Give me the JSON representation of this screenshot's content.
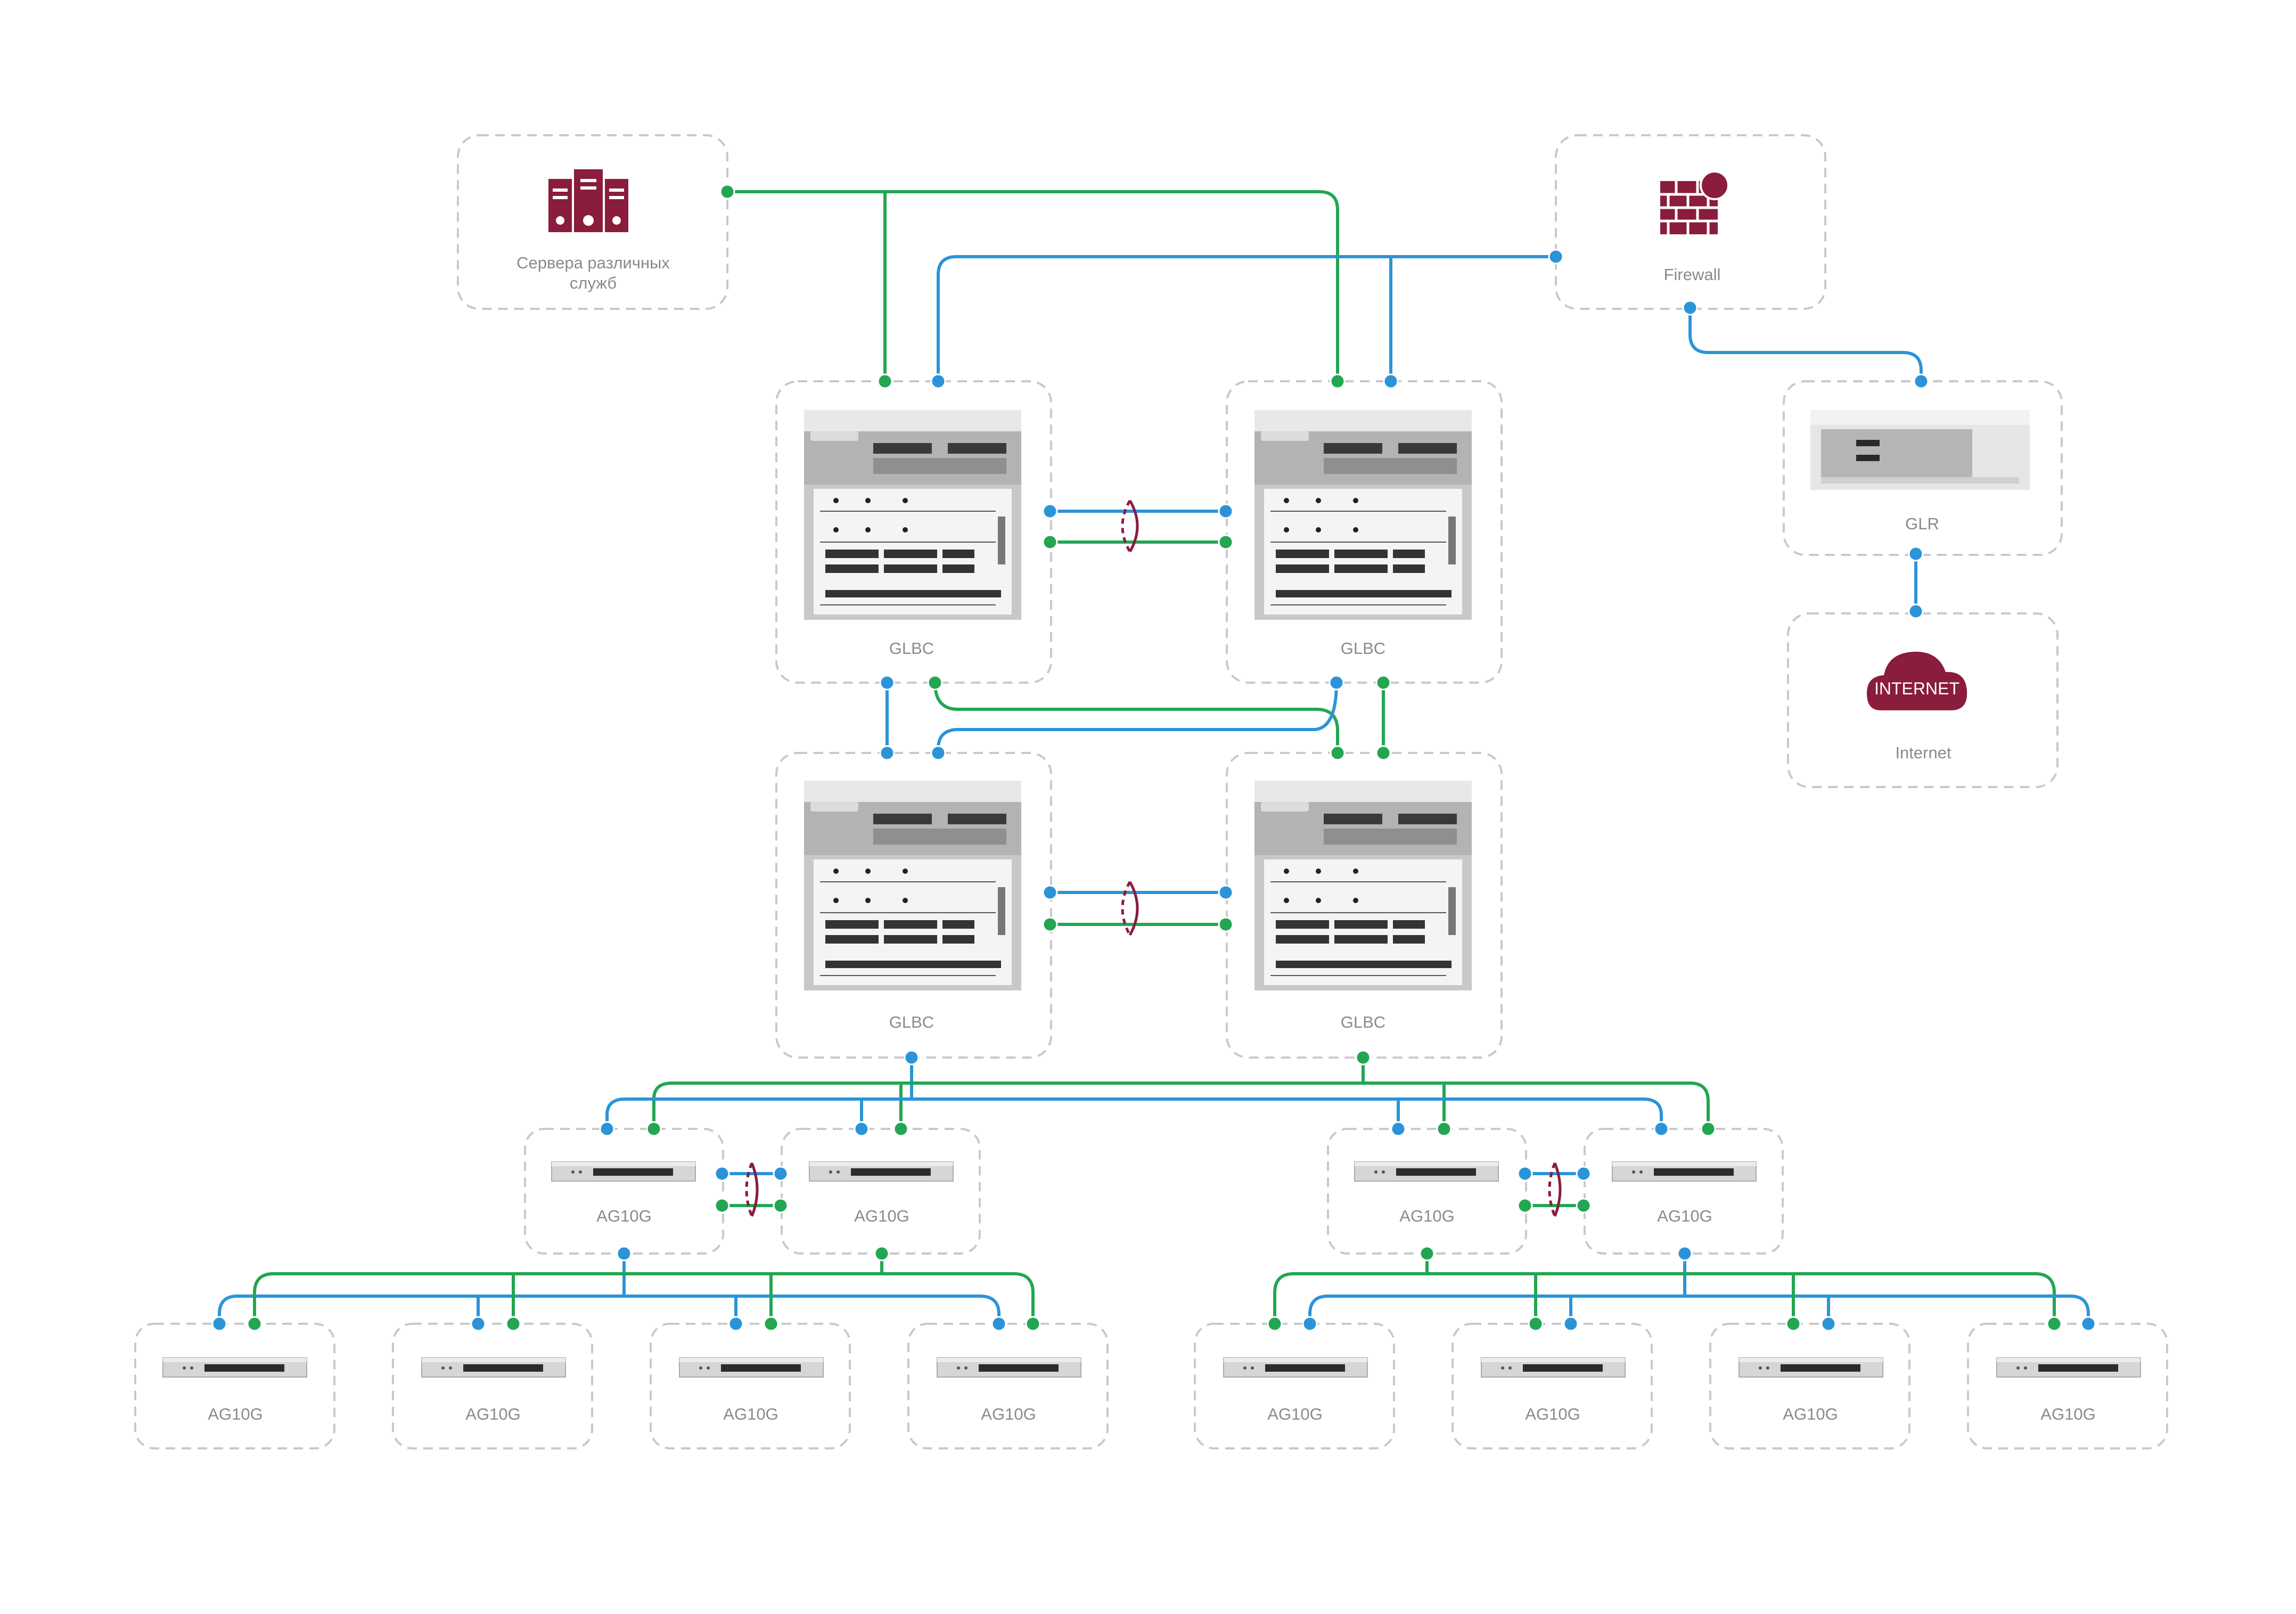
{
  "colors": {
    "green": "#22a652",
    "blue": "#2b94d8",
    "maroon": "#8a1c3c",
    "box_border": "#c9c9c9",
    "label": "#8a8a8a"
  },
  "servers": {
    "label_line1": "Сервера различных",
    "label_line2": "служб",
    "icon": "servers-icon"
  },
  "firewall": {
    "label": "Firewall",
    "icon": "firewall-icon"
  },
  "glr": {
    "label": "GLR",
    "icon": "glr-device-icon"
  },
  "internet": {
    "label": "Internet",
    "cloud_text": "INTERNET",
    "icon": "cloud-icon"
  },
  "core": [
    {
      "label": "GLBC"
    },
    {
      "label": "GLBC"
    }
  ],
  "distribution": [
    {
      "label": "GLBC"
    },
    {
      "label": "GLBC"
    }
  ],
  "aggregation": [
    {
      "label": "AG10G"
    },
    {
      "label": "AG10G"
    },
    {
      "label": "AG10G"
    },
    {
      "label": "AG10G"
    }
  ],
  "access": [
    {
      "label": "AG10G"
    },
    {
      "label": "AG10G"
    },
    {
      "label": "AG10G"
    },
    {
      "label": "AG10G"
    },
    {
      "label": "AG10G"
    },
    {
      "label": "AG10G"
    },
    {
      "label": "AG10G"
    },
    {
      "label": "AG10G"
    }
  ]
}
